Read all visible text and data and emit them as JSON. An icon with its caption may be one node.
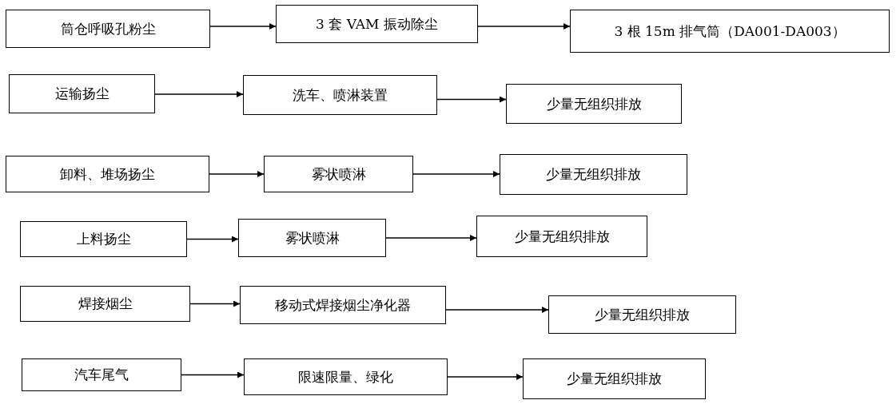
{
  "diagram": {
    "nodes": [
      {
        "text": [
          "筒仓呼吸孔粉尘"
        ]
      },
      {
        "text": [
          "3 套 VAM 振动除尘"
        ]
      },
      {
        "text": [
          "3 根 15m 排气筒（DA001-DA003）"
        ]
      },
      {
        "text": [
          "运输扬尘"
        ]
      },
      {
        "text": [
          "洗车、喷淋装置"
        ]
      },
      {
        "text": [
          "少量无组织排放"
        ]
      },
      {
        "text": [
          "卸料、堆场扬尘"
        ]
      },
      {
        "text": [
          "雾状喷淋"
        ]
      },
      {
        "text": [
          "少量无组织排放"
        ]
      },
      {
        "text": [
          "上料扬尘"
        ]
      },
      {
        "text": [
          "雾状喷淋"
        ]
      },
      {
        "text": [
          "少量无组织排放"
        ]
      },
      {
        "text": [
          "焊接烟尘"
        ]
      },
      {
        "text": [
          "移动式焊接烟尘净化器"
        ]
      },
      {
        "text": [
          "少量无组织排放"
        ]
      },
      {
        "text": [
          "汽车尾气"
        ]
      },
      {
        "text": [
          "限速限量、绿化"
        ]
      },
      {
        "text": [
          "少量无组织排放"
        ]
      }
    ],
    "edges": [
      {
        "from": 0,
        "to": 1,
        "arrow": "to"
      },
      {
        "from": 1,
        "to": 2,
        "arrow": "to"
      },
      {
        "from": 3,
        "to": 4,
        "arrow": "to"
      },
      {
        "from": 4,
        "to": 5,
        "arrow": "to"
      },
      {
        "from": 6,
        "to": 7,
        "arrow": "to"
      },
      {
        "from": 7,
        "to": 8,
        "arrow": "to"
      },
      {
        "from": 9,
        "to": 10,
        "arrow": "to"
      },
      {
        "from": 10,
        "to": 11,
        "arrow": "to"
      },
      {
        "from": 12,
        "to": 13,
        "arrow": "to"
      },
      {
        "from": 13,
        "to": 14,
        "arrow": "to"
      },
      {
        "from": 15,
        "to": 16,
        "arrow": "to"
      },
      {
        "from": 16,
        "to": 17,
        "arrow": "to"
      }
    ]
  }
}
